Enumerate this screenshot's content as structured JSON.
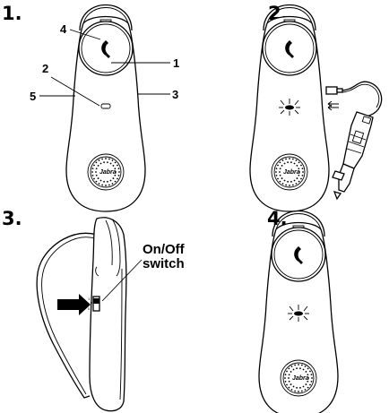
{
  "steps": {
    "s1": "1.",
    "s2": "2.",
    "s3": "3.",
    "s4": "4."
  },
  "callouts": {
    "c1": "1",
    "c2": "2",
    "c3": "3",
    "c4": "4",
    "c5": "5"
  },
  "switch_label": {
    "line1": "On/Off",
    "line2": "switch"
  },
  "device": {
    "brand": "Jabra",
    "switch_marks": [
      "1",
      "0"
    ]
  },
  "icons": [
    "phone-handset-icon",
    "light-burst-icon",
    "speaker-grille-icon",
    "car-charger-icon",
    "arrow-icon"
  ]
}
